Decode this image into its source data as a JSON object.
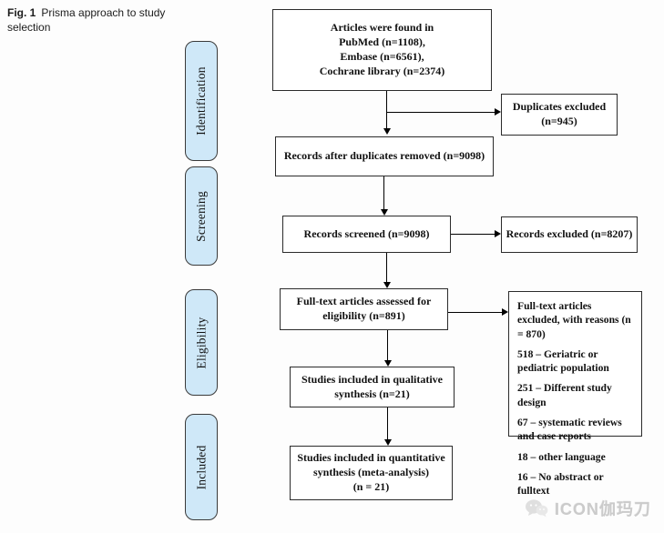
{
  "figure": {
    "caption_label": "Fig. 1",
    "caption_text": "Prisma approach to study selection"
  },
  "stages": [
    {
      "label": "Identification"
    },
    {
      "label": "Screening"
    },
    {
      "label": "Eligibility"
    },
    {
      "label": "Included"
    }
  ],
  "boxes": {
    "articles_found": {
      "lines": [
        "Articles were found in",
        "PubMed (n=1108),",
        "Embase (n=6561),",
        "Cochrane library (n=2374)"
      ]
    },
    "duplicates_excluded": {
      "lines": [
        "Duplicates excluded",
        "(n=945)"
      ]
    },
    "records_after_duplicates": {
      "lines": [
        "Records after duplicates removed (n=9098)"
      ]
    },
    "records_screened": {
      "lines": [
        "Records screened (n=9098)"
      ]
    },
    "records_excluded": {
      "lines": [
        "Records excluded (n=8207)"
      ]
    },
    "fulltext_assessed": {
      "lines": [
        "Full-text articles assessed for",
        "eligibility (n=891)"
      ]
    },
    "fulltext_excluded": {
      "paras": [
        "Full-text articles excluded, with reasons (n = 870)",
        "518 – Geriatric or pediatric population",
        "251 – Different study design",
        "67 – systematic reviews and case reports",
        "18 – other language",
        "16 – No abstract or fulltext"
      ]
    },
    "qualitative_synthesis": {
      "lines": [
        "Studies included in qualitative",
        "synthesis (n=21)"
      ]
    },
    "quantitative_synthesis": {
      "lines": [
        "Studies included in quantitative",
        "synthesis (meta-analysis)",
        "(n = 21)"
      ]
    }
  },
  "watermark": {
    "text": "ICON伽玛刀",
    "icon": "wechat-icon"
  },
  "colors": {
    "stage_fill": "#cfe8f8",
    "box_border": "#2b2b2b",
    "arrow": "#000000",
    "watermark_gray": "#cbcbcb"
  }
}
